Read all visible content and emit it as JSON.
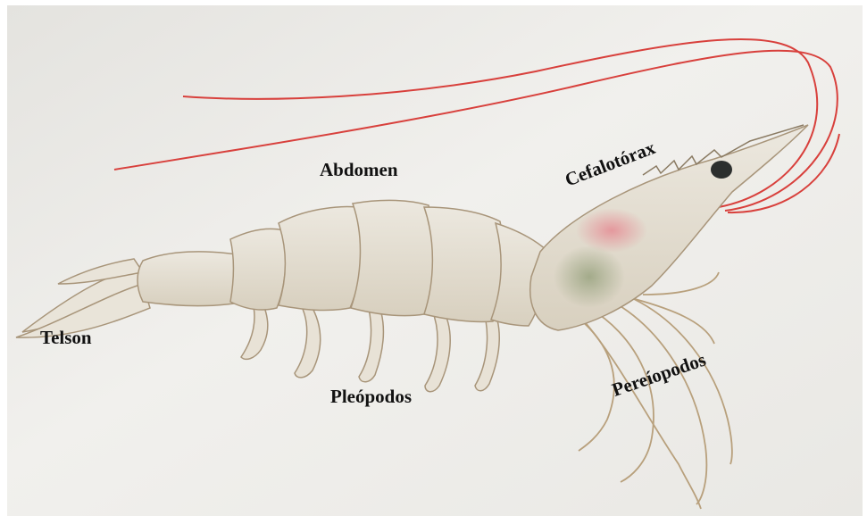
{
  "labels": {
    "abdomen": "Abdomen",
    "cephalothorax": "Cefalotórax",
    "telson": "Telson",
    "pleopods": "Pleópodos",
    "pereiopods": "Pereíopodos"
  },
  "colors": {
    "paper": "#ecebe8",
    "body": "#e6e2d8",
    "outline": "#a8957a",
    "antenna": "#d8403c",
    "carapace_pink": "#e58c94",
    "carapace_green": "#8a9870",
    "eye": "#2c2f2e",
    "label_text": "#111111"
  }
}
